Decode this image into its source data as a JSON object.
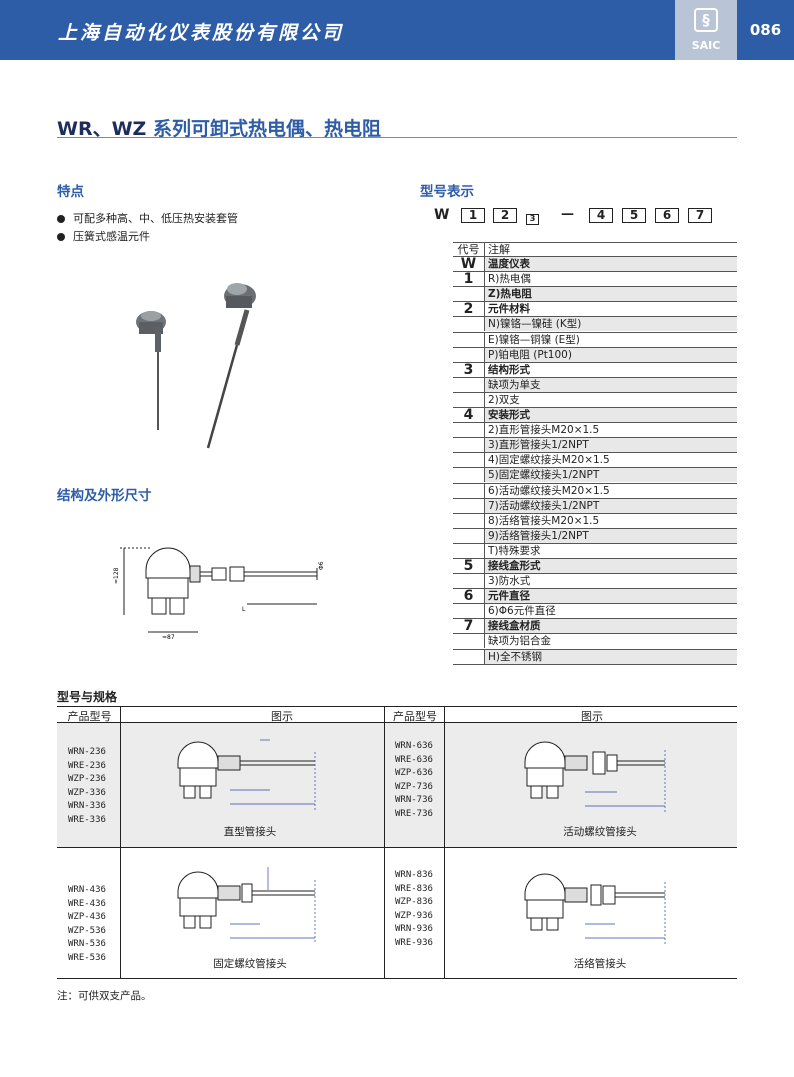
{
  "header": {
    "brand": "上海自动化仪表股份有限公司",
    "logo_text": "SAIC",
    "page_number": "086"
  },
  "title": {
    "code": "WR、WZ",
    "text": "系列可卸式热电偶、热电阻"
  },
  "features": {
    "heading": "特点",
    "items": [
      "可配多种高、中、低压热安装套管",
      "压簧式感温元件"
    ]
  },
  "structure": {
    "heading": "结构及外形尺寸",
    "dims": {
      "height": "≈128",
      "width": "≈87",
      "length": "L",
      "diameter": "Φ6"
    }
  },
  "model_code": {
    "heading": "型号表示",
    "prefix": "W",
    "boxes": [
      "1",
      "2",
      "3",
      "4",
      "5",
      "6",
      "7"
    ],
    "dash": "—"
  },
  "code_table": {
    "header": {
      "code": "代号",
      "note": "注解"
    },
    "rows": [
      {
        "code": "W",
        "text": "温度仪表",
        "bold": true,
        "shade": true
      },
      {
        "code": "1",
        "text": "R)热电偶",
        "bold": false,
        "shade": false
      },
      {
        "code": "",
        "text": "Z)热电阻",
        "bold": true,
        "shade": true
      },
      {
        "code": "2",
        "text": "元件材料",
        "bold": true,
        "shade": false
      },
      {
        "code": "",
        "text": "N)镍铬—镍硅        (K型)",
        "bold": false,
        "shade": true
      },
      {
        "code": "",
        "text": "E)镍铬—铜镍        (E型)",
        "bold": false,
        "shade": false
      },
      {
        "code": "",
        "text": "P)铂电阻            (Pt100)",
        "bold": false,
        "shade": true
      },
      {
        "code": "3",
        "text": "结构形式",
        "bold": true,
        "shade": false
      },
      {
        "code": "",
        "text": "缺项为单支",
        "bold": false,
        "shade": true
      },
      {
        "code": "",
        "text": "2)双支",
        "bold": false,
        "shade": false
      },
      {
        "code": "4",
        "text": "安装形式",
        "bold": true,
        "shade": true
      },
      {
        "code": "",
        "text": "2)直形管接头M20×1.5",
        "bold": false,
        "shade": false
      },
      {
        "code": "",
        "text": "3)直形管接头1/2NPT",
        "bold": false,
        "shade": true
      },
      {
        "code": "",
        "text": "4)固定螺纹接头M20×1.5",
        "bold": false,
        "shade": false
      },
      {
        "code": "",
        "text": "5)固定螺纹接头1/2NPT",
        "bold": false,
        "shade": true
      },
      {
        "code": "",
        "text": "6)活动螺纹接头M20×1.5",
        "bold": false,
        "shade": false
      },
      {
        "code": "",
        "text": "7)活动螺纹接头1/2NPT",
        "bold": false,
        "shade": true
      },
      {
        "code": "",
        "text": "8)活络管接头M20×1.5",
        "bold": false,
        "shade": false
      },
      {
        "code": "",
        "text": "9)活络管接头1/2NPT",
        "bold": false,
        "shade": true
      },
      {
        "code": "",
        "text": "T)特殊要求",
        "bold": false,
        "shade": false
      },
      {
        "code": "5",
        "text": "接线盒形式",
        "bold": true,
        "shade": true
      },
      {
        "code": "",
        "text": "3)防水式",
        "bold": false,
        "shade": false
      },
      {
        "code": "6",
        "text": "元件直径",
        "bold": true,
        "shade": true
      },
      {
        "code": "",
        "text": "6)Φ6元件直径",
        "bold": false,
        "shade": false
      },
      {
        "code": "7",
        "text": "接线盒材质",
        "bold": true,
        "shade": true
      },
      {
        "code": "",
        "text": "缺项为铝合金",
        "bold": false,
        "shade": false
      },
      {
        "code": "",
        "text": "H)全不锈钢",
        "bold": false,
        "shade": true
      }
    ]
  },
  "spec": {
    "heading": "型号与规格",
    "col_model": "产品型号",
    "col_figure": "图示",
    "cells": [
      {
        "models": [
          "WRN-236",
          "WRE-236",
          "WZP-236",
          "WZP-336",
          "WRN-336",
          "WRE-336"
        ],
        "caption": "直型管接头"
      },
      {
        "models": [
          "WRN-636",
          "WRE-636",
          "WZP-636",
          "WZP-736",
          "WRN-736",
          "WRE-736"
        ],
        "caption": "活动螺纹管接头"
      },
      {
        "models": [
          "WRN-436",
          "WRE-436",
          "WZP-436",
          "WZP-536",
          "WRN-536",
          "WRE-536"
        ],
        "caption": "固定螺纹管接头"
      },
      {
        "models": [
          "WRN-836",
          "WRE-836",
          "WZP-836",
          "WZP-936",
          "WRN-936",
          "WRE-936"
        ],
        "caption": "活络管接头"
      }
    ]
  },
  "footnote": "注：可供双支产品。",
  "colors": {
    "brand_blue": "#2e5da8",
    "shade": "#e8e8e8"
  }
}
